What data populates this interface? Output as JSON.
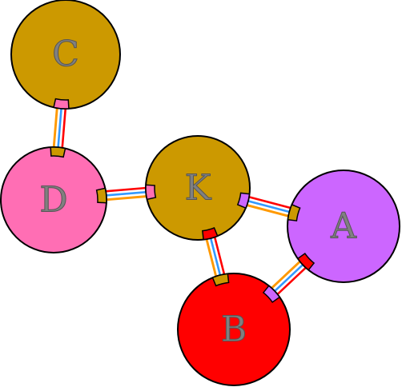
{
  "diagram": {
    "type": "network-graph",
    "nodes": [
      {
        "id": "A",
        "label": "A",
        "color": "#cc66ff"
      },
      {
        "id": "B",
        "label": "B",
        "color": "#ff0000"
      },
      {
        "id": "C",
        "label": "C",
        "color": "#cc9900"
      },
      {
        "id": "D",
        "label": "D",
        "color": "#ff6eb4"
      },
      {
        "id": "K",
        "label": "K",
        "color": "#cc9900"
      }
    ],
    "edges": [
      {
        "from": "C",
        "to": "D",
        "colors": [
          "#ff0000",
          "#ffffff",
          "#3399ff",
          "#ffffff",
          "#ff9900"
        ]
      },
      {
        "from": "D",
        "to": "K",
        "colors": [
          "#ff0000",
          "#ffffff",
          "#3399ff",
          "#ffffff",
          "#ff9900"
        ]
      },
      {
        "from": "K",
        "to": "A",
        "colors": [
          "#ff0000",
          "#ffffff",
          "#3399ff",
          "#ffffff",
          "#ff9900"
        ]
      },
      {
        "from": "K",
        "to": "B",
        "colors": [
          "#ff0000",
          "#ffffff",
          "#3399ff",
          "#ffffff",
          "#ff9900"
        ]
      },
      {
        "from": "A",
        "to": "B",
        "colors": [
          "#ff0000",
          "#ffffff",
          "#3399ff",
          "#ffffff",
          "#ff9900"
        ]
      }
    ]
  }
}
